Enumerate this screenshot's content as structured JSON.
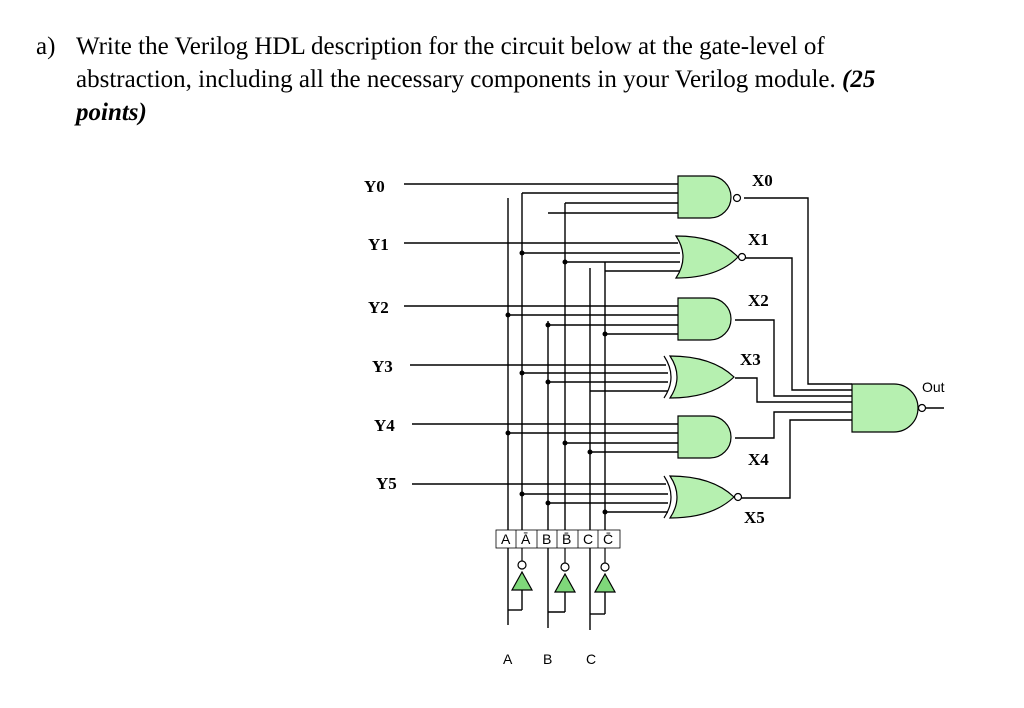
{
  "question": {
    "label": "a)",
    "text": "Write the Verilog HDL description for the circuit below at the gate-level of abstraction, including all the necessary components in your Verilog module.",
    "points": "(25 points)"
  },
  "circuit": {
    "inputs": [
      "Y0",
      "Y1",
      "Y2",
      "Y3",
      "Y4",
      "Y5"
    ],
    "gate_outputs": [
      "X0",
      "X1",
      "X2",
      "X3",
      "X4",
      "X5"
    ],
    "output": "Out",
    "bus_labels": [
      "A",
      "Ā",
      "B",
      "B̄",
      "C",
      "C̄"
    ],
    "bottom_inputs": [
      "A",
      "B",
      "C"
    ],
    "gate_color": "#b6f0b0",
    "inverter_color": "#7fd87a"
  }
}
